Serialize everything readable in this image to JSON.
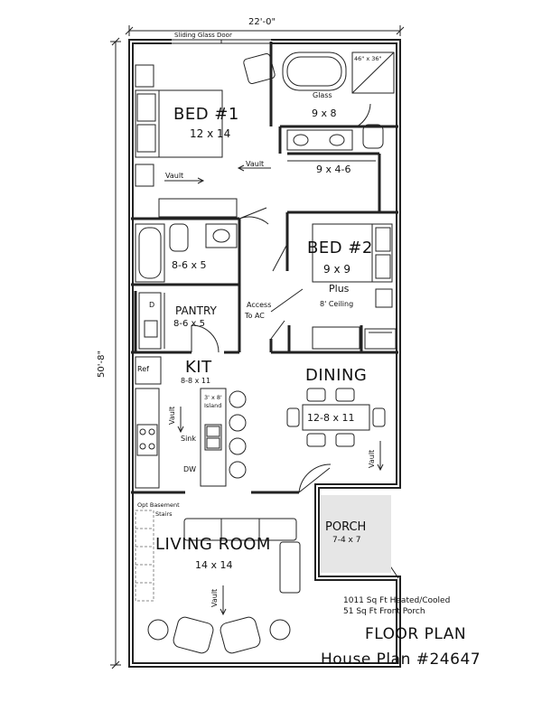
{
  "dimensions": {
    "width": "22'-0\"",
    "depth": "50'-8\""
  },
  "rooms": {
    "bed1": {
      "name": "BED #1",
      "size": "12 x 14"
    },
    "bed2": {
      "name": "BED #2",
      "size": "9 x 9",
      "note1": "Plus",
      "note2": "8' Ceiling"
    },
    "bath1": {
      "size": "8-6 x 5"
    },
    "master_bath": {
      "size": "9 x 8",
      "glass": "Glass",
      "shower": "46\" x 36\""
    },
    "closet": {
      "size": "9 x 4-6"
    },
    "pantry": {
      "name": "PANTRY",
      "size": "8-6 x 5",
      "d": "D"
    },
    "access": {
      "line1": "Access",
      "line2": "To AC"
    },
    "kit": {
      "name": "KIT",
      "size": "8-8 x 11",
      "ref": "Ref",
      "island1": "3' x 8'",
      "island2": "Island",
      "sink": "Sink",
      "dw": "DW"
    },
    "dining": {
      "name": "DINING",
      "size": "12-8 x 11"
    },
    "porch": {
      "name": "PORCH",
      "size": "7-4 x 7"
    },
    "living": {
      "name": "LIVING ROOM",
      "size": "14 x 14",
      "stairs1": "Opt Basement",
      "stairs2": "Stairs"
    }
  },
  "labels": {
    "sliding_door": "Sliding Glass Door",
    "vault": "Vault"
  },
  "stats": {
    "line1": "1011 Sq Ft Heated/Cooled",
    "line2": "51 Sq Ft Front Porch"
  },
  "title": {
    "line1": "FLOOR PLAN",
    "line2": "House Plan #24647"
  }
}
